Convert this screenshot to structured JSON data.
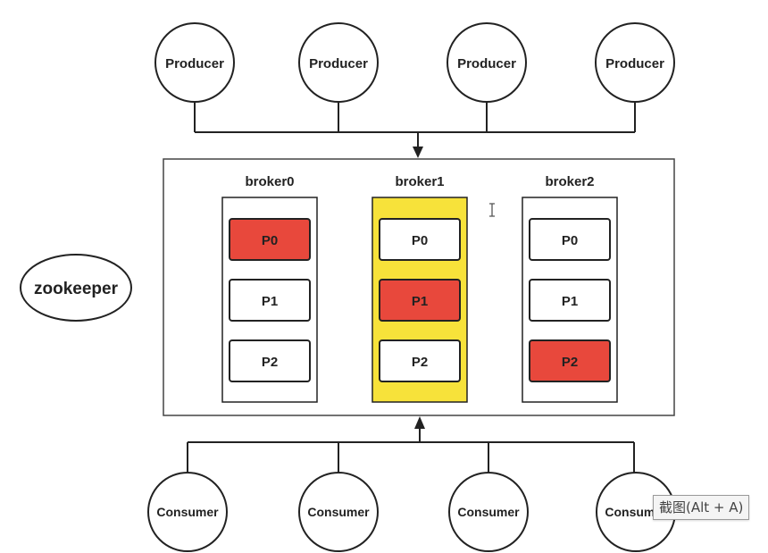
{
  "producers": [
    "Producer",
    "Producer",
    "Producer",
    "Producer"
  ],
  "consumers": [
    "Consumer",
    "Consumer",
    "Consumer",
    "Consumer"
  ],
  "zookeeper": "zookeeper",
  "brokers": [
    {
      "name": "broker0",
      "highlight": false,
      "partitions": [
        {
          "label": "P0",
          "leader": true
        },
        {
          "label": "P1",
          "leader": false
        },
        {
          "label": "P2",
          "leader": false
        }
      ]
    },
    {
      "name": "broker1",
      "highlight": true,
      "partitions": [
        {
          "label": "P0",
          "leader": false
        },
        {
          "label": "P1",
          "leader": true
        },
        {
          "label": "P2",
          "leader": false
        }
      ]
    },
    {
      "name": "broker2",
      "highlight": false,
      "partitions": [
        {
          "label": "P0",
          "leader": false
        },
        {
          "label": "P1",
          "leader": false
        },
        {
          "label": "P2",
          "leader": true
        }
      ]
    }
  ],
  "tooltip": "截图(Alt + A)",
  "colors": {
    "leader": "#e8483c",
    "broker_highlight": "#f7e23a",
    "stroke": "#222222"
  }
}
